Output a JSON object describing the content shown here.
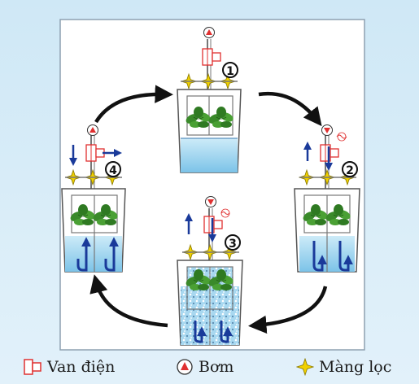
{
  "stages": [
    {
      "number": "1"
    },
    {
      "number": "2"
    },
    {
      "number": "3"
    },
    {
      "number": "4"
    }
  ],
  "legend": {
    "valve_label": "Van điện",
    "pump_label": "Bơm",
    "membrane_label": "Màng lọc"
  },
  "colors": {
    "background": "#d8ecf7",
    "frame": "#ffffff",
    "water": "#a8d8f0",
    "valve": "#e03030",
    "pump": "#e03030",
    "membrane": "#f0d000",
    "flow_arrow": "#1a3a9a",
    "cycle_arrow": "#111111",
    "plant": "#3a8a2a"
  }
}
